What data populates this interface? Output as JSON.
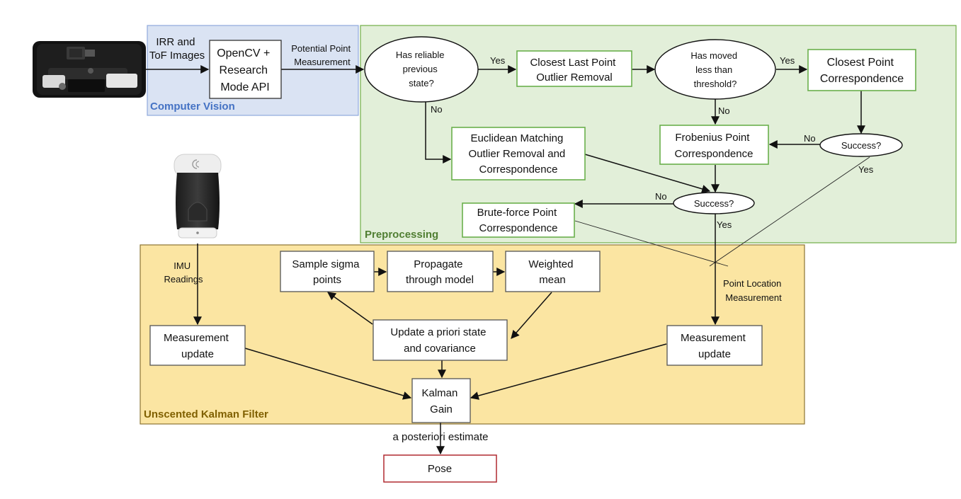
{
  "regions": {
    "computer_vision": "Computer Vision",
    "preprocessing": "Preprocessing",
    "ukf": "Unscented Kalman Filter"
  },
  "nodes": {
    "opencv": [
      "OpenCV +",
      "Research",
      "Mode API"
    ],
    "has_reliable": [
      "Has reliable",
      "previous",
      "state?"
    ],
    "closest_last": [
      "Closest Last Point",
      "Outlier Removal"
    ],
    "has_moved": [
      "Has moved",
      "less than",
      "threshold?"
    ],
    "closest_point": [
      "Closest Point",
      "Correspondence"
    ],
    "euclidean": [
      "Euclidean Matching",
      "Outlier Removal and",
      "Correspondence"
    ],
    "frobenius": [
      "Frobenius Point",
      "Correspondence"
    ],
    "success_1": "Success?",
    "success_2": "Success?",
    "brute_force": [
      "Brute-force Point",
      "Correspondence"
    ],
    "sample_sigma": [
      "Sample sigma",
      "points"
    ],
    "propagate": [
      "Propagate",
      "through model"
    ],
    "weighted_mean": [
      "Weighted",
      "mean"
    ],
    "update_apriori": [
      "Update a priori state",
      "and covariance"
    ],
    "meas_update_left": [
      "Measurement",
      "update"
    ],
    "meas_update_right": [
      "Measurement",
      "update"
    ],
    "kalman_gain": [
      "Kalman",
      "Gain"
    ],
    "pose": "Pose"
  },
  "edge_labels": {
    "irr_tof": [
      "IRR and",
      "ToF Images"
    ],
    "potential_point": [
      "Potential Point",
      "Measurement"
    ],
    "yes_1": "Yes",
    "no_1": "No",
    "yes_2": "Yes",
    "no_2": "No",
    "no_3": "No",
    "yes_3": "Yes",
    "no_4": "No",
    "yes_4": "Yes",
    "imu": [
      "IMU",
      "Readings"
    ],
    "point_location": [
      "Point Location",
      "Measurement"
    ],
    "a_posteriori": "a posteriori estimate"
  },
  "images": {
    "headset": "headset-photo",
    "ultrasound_probe": "ultrasound-probe-photo"
  },
  "colors": {
    "cv_fill": "#dae3f3",
    "cv_stroke": "#8fa9dc",
    "cv_title": "#4472c4",
    "pre_fill": "#e2efd9",
    "pre_stroke": "#70ad47",
    "pre_title": "#507e32",
    "ukf_fill": "#fbe5a2",
    "ukf_stroke": "#8c7434",
    "ukf_title": "#806000",
    "pose_stroke": "#b02a30"
  }
}
